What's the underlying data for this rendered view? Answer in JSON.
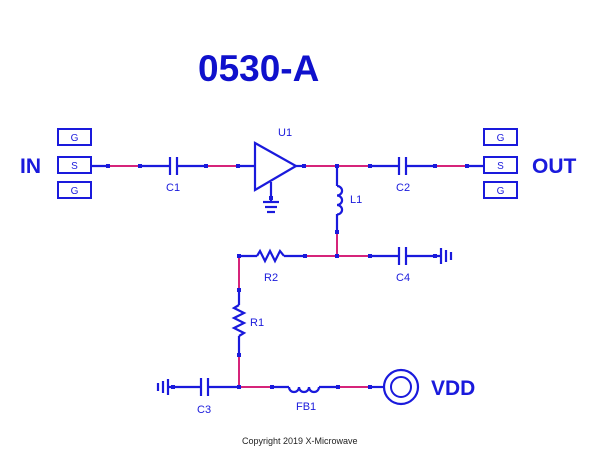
{
  "title": "0530-A",
  "ports": {
    "input": "IN",
    "output": "OUT",
    "supply": "VDD"
  },
  "connector_pins": {
    "ground": "G",
    "signal": "S"
  },
  "components": {
    "amplifier": "U1",
    "c1": "C1",
    "c2": "C2",
    "c3": "C3",
    "c4": "C4",
    "l1": "L1",
    "r1": "R1",
    "r2": "R2",
    "fb1": "FB1"
  },
  "copyright": "Copyright 2019 X-Microwave",
  "colors": {
    "wire": "#1a1adc",
    "net": "#d6247a",
    "title": "#0f10cc"
  }
}
